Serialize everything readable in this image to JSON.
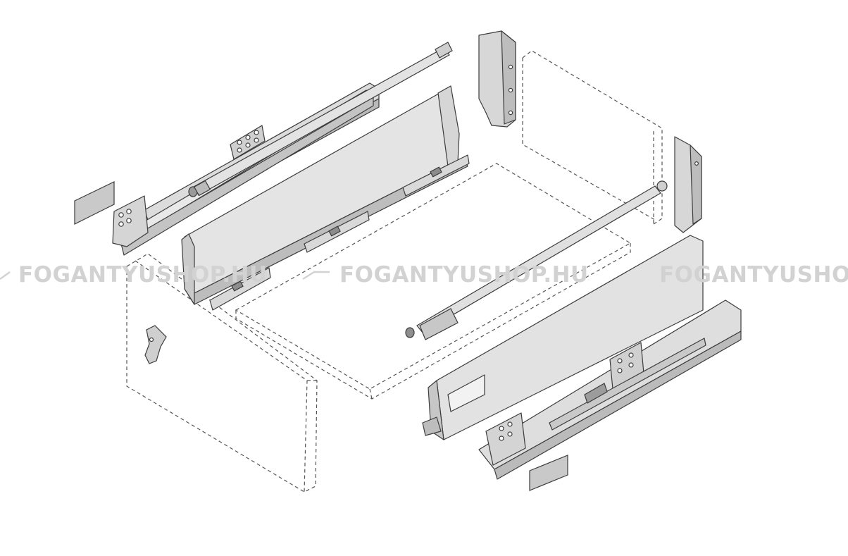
{
  "watermark": {
    "text": "FOGANTYUSHOP.HU",
    "text_clipped": "FOGANTYUSHOP.",
    "color": "#d2d2d2"
  },
  "colors": {
    "line": "#3c3c3c",
    "metal_light": "#e6e6e6",
    "metal_mid": "#cfcfcf",
    "metal_dark": "#a9a9a9",
    "dashed": "#555555"
  },
  "parts": [
    "left-runner",
    "left-drawer-side",
    "right-drawer-side",
    "right-runner",
    "left-back-bracket",
    "right-back-bracket",
    "gallery-rail",
    "cover-cap",
    "front-fixing-bracket"
  ]
}
